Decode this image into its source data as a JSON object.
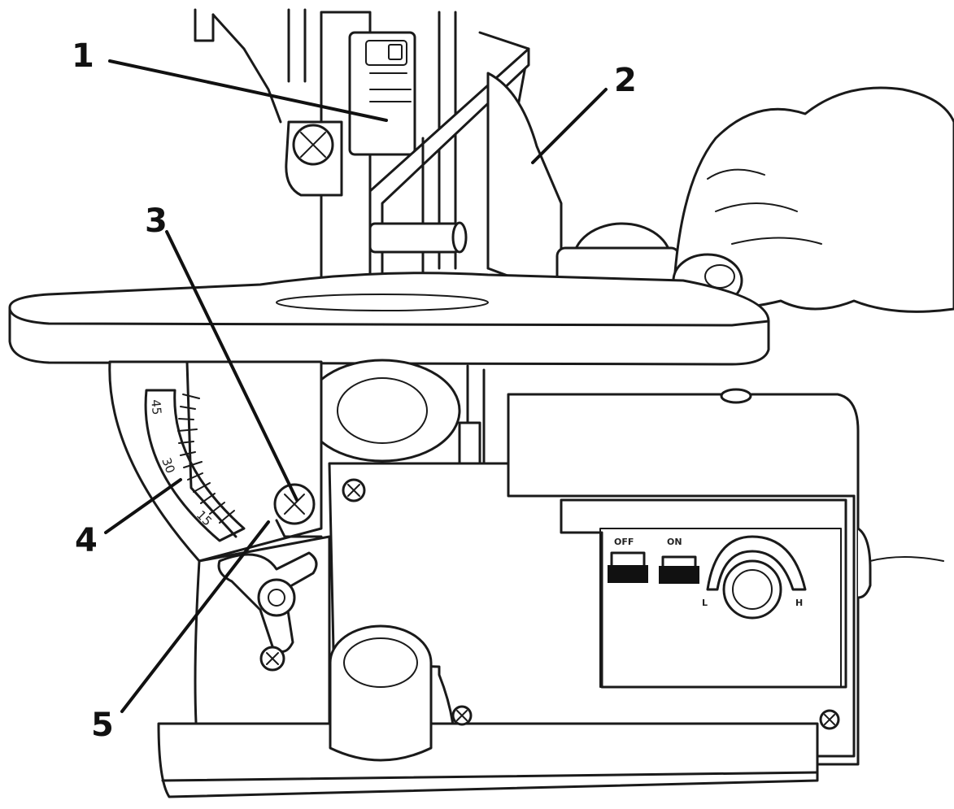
{
  "callouts": {
    "c1": "1",
    "c2": "2",
    "c3": "3",
    "c4": "4",
    "c5": "5"
  },
  "bevel_scale": {
    "t45": "45",
    "t30": "30",
    "t15": "15"
  },
  "control_panel": {
    "off_label": "OFF",
    "on_label": "ON",
    "speed_low": "L",
    "speed_high": "H"
  }
}
